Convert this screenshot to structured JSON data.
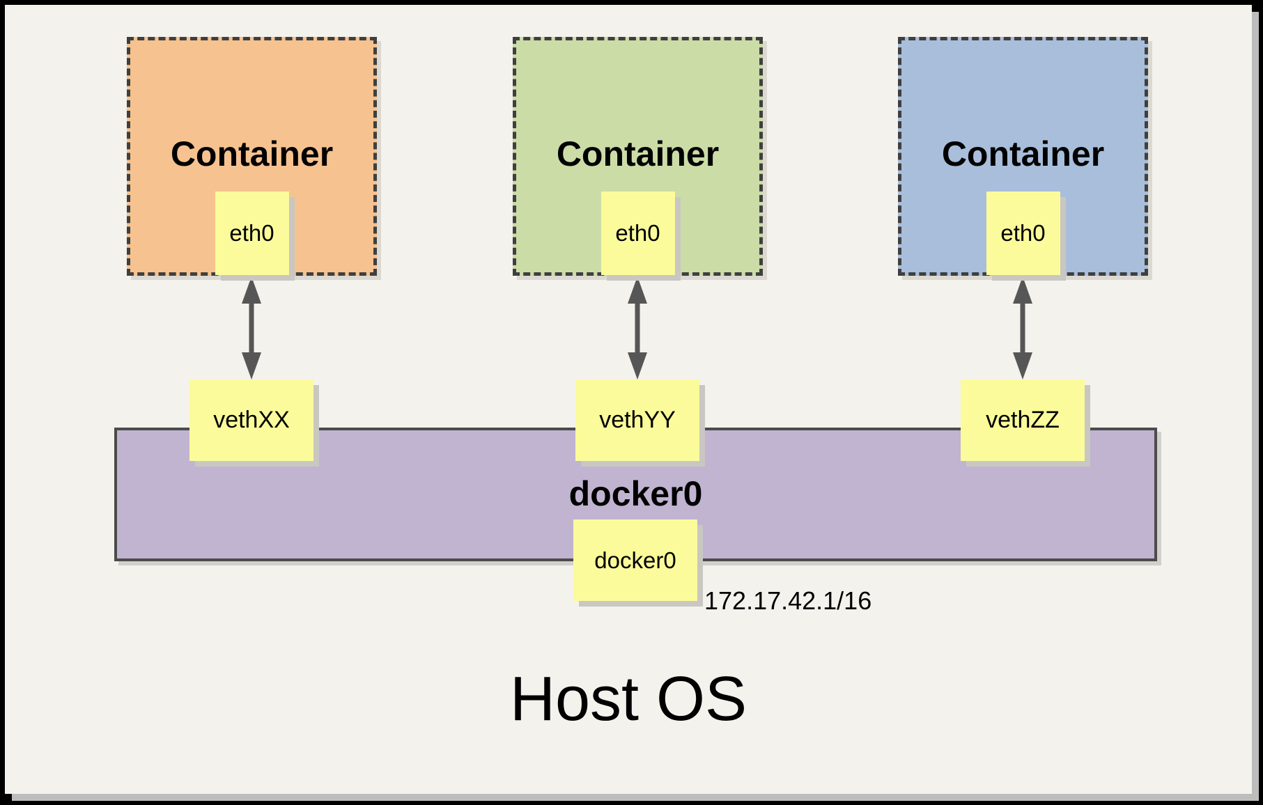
{
  "containers": [
    {
      "label": "Container",
      "interface": "eth0",
      "veth": "vethXX",
      "fill": "#f6c28f"
    },
    {
      "label": "Container",
      "interface": "eth0",
      "veth": "vethYY",
      "fill": "#cbdca7"
    },
    {
      "label": "Container",
      "interface": "eth0",
      "veth": "vethZZ",
      "fill": "#a8bedb"
    }
  ],
  "bridge": {
    "title": "docker0",
    "box_label": "docker0",
    "ip": "172.17.42.1/16",
    "fill": "#c0b4d1"
  },
  "host_label": "Host OS",
  "colors": {
    "page_background": "#f4f2ec",
    "frame_border": "#000000",
    "container_orange": "#f6c28f",
    "container_green": "#cbdca7",
    "container_blue": "#a8bedb",
    "interface_box_yellow": "#fbfb9b",
    "bridge_purple": "#c0b4d1",
    "dashed_border_gray": "#3f3f3f",
    "arrow_gray": "#565656",
    "shadow_gray": "#c9c7c1"
  }
}
